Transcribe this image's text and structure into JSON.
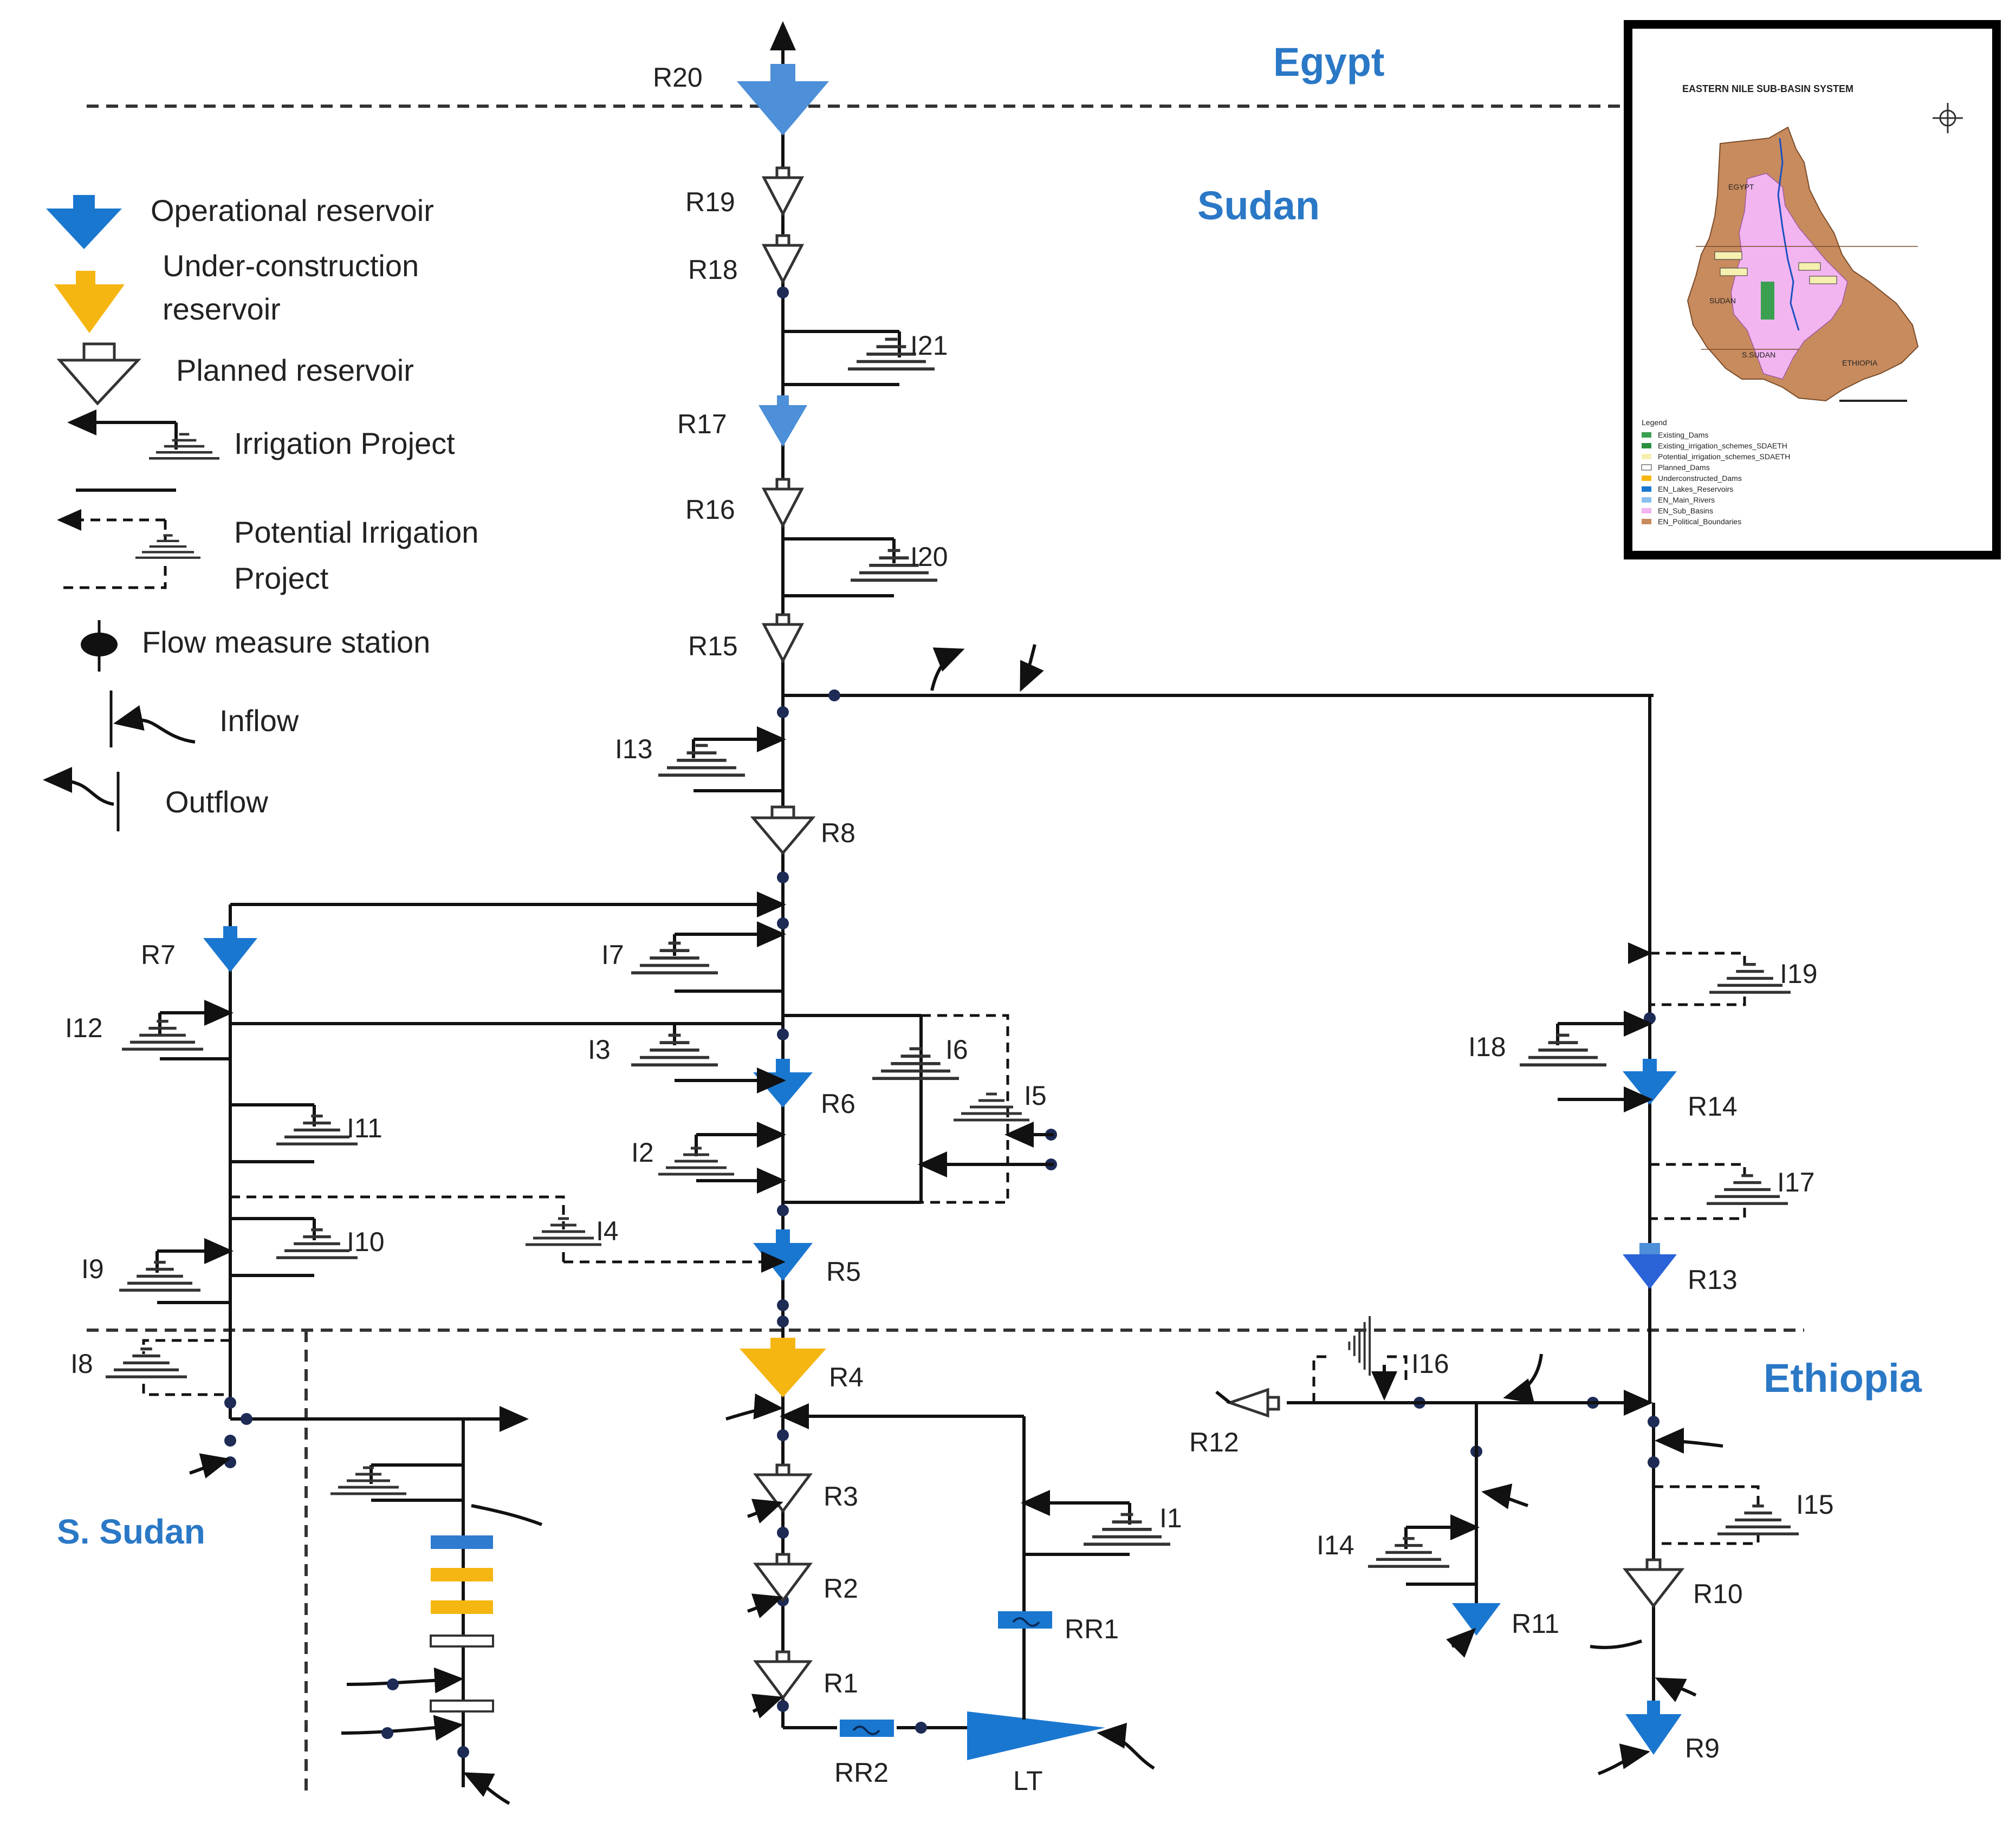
{
  "countries": {
    "egypt": "Egypt",
    "sudan": "Sudan",
    "ethiopia": "Ethiopia",
    "s_sudan": "S. Sudan"
  },
  "legend": {
    "operational": "Operational reservoir",
    "under_construction_1": "Under-construction",
    "under_construction_2": "reservoir",
    "planned": "Planned reservoir",
    "irrigation": "Irrigation Project",
    "potential_1": "Potential Irrigation",
    "potential_2": "Project",
    "flow_station": "Flow measure station",
    "inflow": "Inflow",
    "outflow": "Outflow"
  },
  "reservoirs": {
    "R1": "R1",
    "R2": "R2",
    "R3": "R3",
    "R4": "R4",
    "R5": "R5",
    "R6": "R6",
    "R7": "R7",
    "R8": "R8",
    "R9": "R9",
    "R10": "R10",
    "R11": "R11",
    "R12": "R12",
    "R13": "R13",
    "R14": "R14",
    "R15": "R15",
    "R16": "R16",
    "R17": "R17",
    "R18": "R18",
    "R19": "R19",
    "R20": "R20",
    "RR1": "RR1",
    "RR2": "RR2",
    "LT": "LT"
  },
  "irrigation": {
    "I1": "I1",
    "I2": "I2",
    "I3": "I3",
    "I4": "I4",
    "I5": "I5",
    "I6": "I6",
    "I7": "I7",
    "I8": "I8",
    "I9": "I9",
    "I10": "I10",
    "I11": "I11",
    "I12": "I12",
    "I13": "I13",
    "I14": "I14",
    "I15": "I15",
    "I16": "I16",
    "I17": "I17",
    "I18": "I18",
    "I19": "I19",
    "I20": "I20",
    "I21": "I21"
  },
  "inset_map": {
    "title": "EASTERN NILE SUB-BASIN SYSTEM",
    "regions": {
      "egypt": "EGYPT",
      "sudan": "SUDAN",
      "s_sudan": "S.SUDAN",
      "ethiopia": "ETHIOPIA"
    },
    "legend_title": "Legend",
    "legend_items": [
      "Existing_Dams",
      "Existing_irrigation_schemes_SDAETH",
      "Potential_irrigation_schemes_SDAETH",
      "Planned_Dams",
      "Underconstructed_Dams",
      "EN_Lakes_Reservoirs",
      "EN_Main_Rivers",
      "EN_Sub_Basins",
      "EN_Political_Boundaries"
    ]
  },
  "colors": {
    "operational": "#1a77d0",
    "under_construction": "#f6b612",
    "planned": "#ffffff",
    "country_label": "#2a78c6",
    "station": "#1d2b55"
  }
}
